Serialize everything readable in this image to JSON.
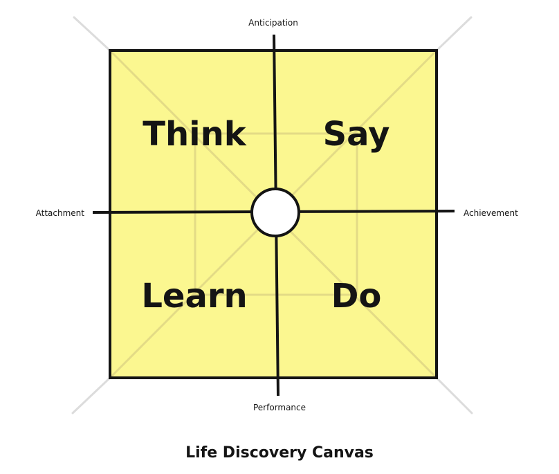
{
  "title": "Life Discovery Canvas",
  "quadrants": {
    "top_left": "Think",
    "top_right": "Say",
    "bottom_left": "Learn",
    "bottom_right": "Do"
  },
  "axes": {
    "top": "Anticipation",
    "bottom": "Performance",
    "left": "Attachment",
    "right": "Achievement"
  },
  "colors": {
    "canvas_fill": "#FBF790",
    "stroke": "#141414",
    "guide": "#DCDCDC",
    "center_fill": "#FFFFFF"
  }
}
